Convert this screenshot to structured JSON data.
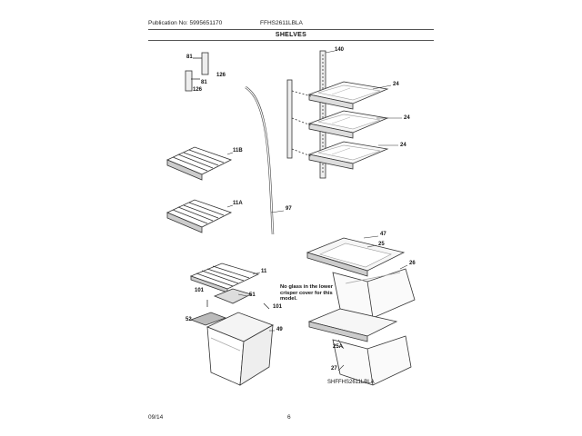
{
  "header": {
    "publication": "Publication No: 5995651170",
    "model": "FFHS2611LBLA",
    "section_title": "SHELVES"
  },
  "callouts": {
    "c140": "140",
    "c24a": "24",
    "c24b": "24",
    "c24c": "24",
    "c81a": "81",
    "c81b": "81",
    "c126a": "126",
    "c126b": "126",
    "c11b": "11B",
    "c11a": "11A",
    "c97": "97",
    "c47": "47",
    "c25": "25",
    "c26": "26",
    "c11": "11",
    "c101a": "101",
    "c51": "51",
    "c101b": "101",
    "c52": "52",
    "c49": "49",
    "c25a": "25A",
    "c27": "27"
  },
  "note": "No glass in the lower crisper cover for this model.",
  "diagram_id": "SHFFHS2611LBLA",
  "footer": {
    "date": "09/14",
    "page": "6"
  }
}
